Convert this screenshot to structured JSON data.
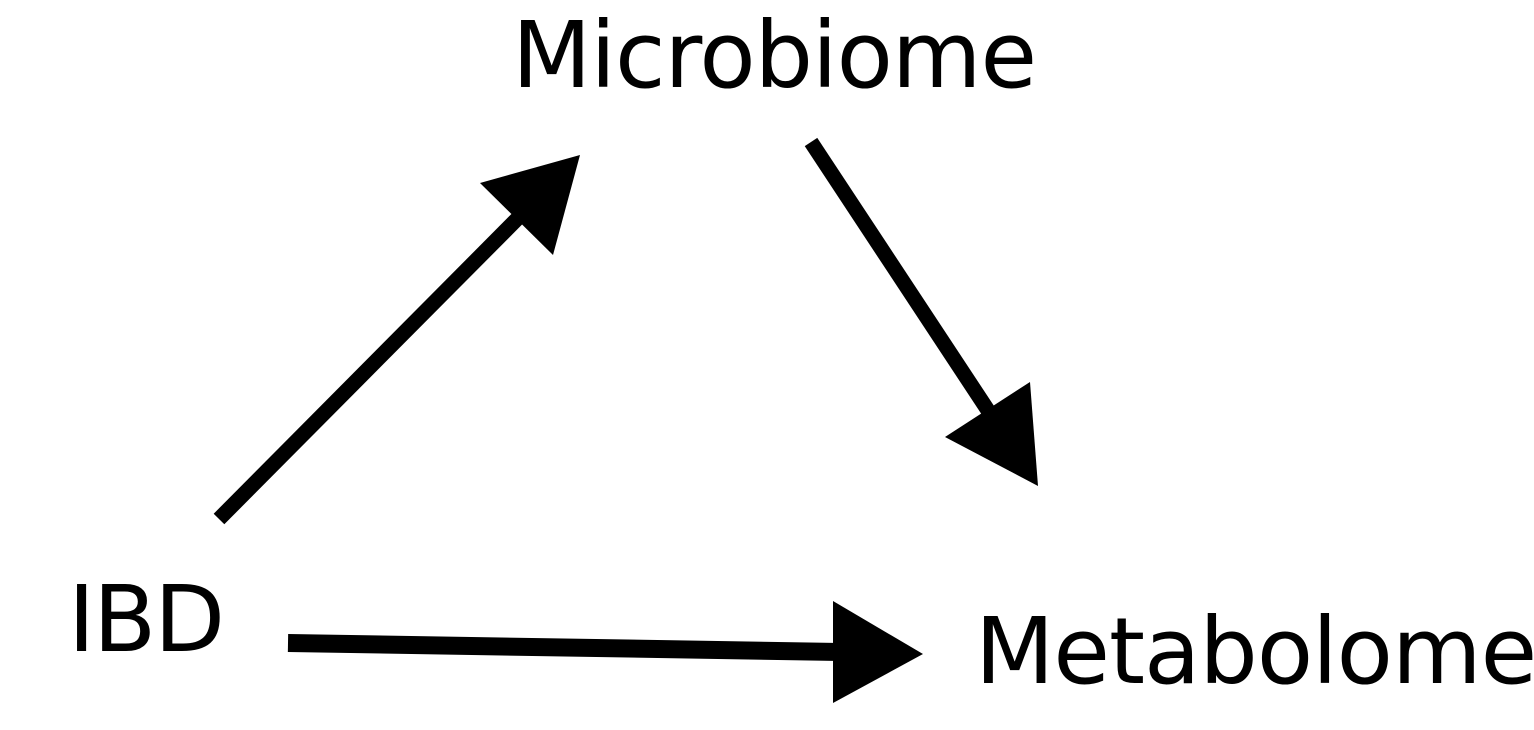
{
  "nodes": {
    "microbiome": "Microbiome",
    "ibd": "IBD",
    "metabolome": "Metabolome"
  },
  "edges": [
    {
      "from": "IBD",
      "to": "Microbiome"
    },
    {
      "from": "Microbiome",
      "to": "Metabolome"
    },
    {
      "from": "IBD",
      "to": "Metabolome"
    }
  ],
  "colors": {
    "ink": "#000000",
    "background": "#ffffff"
  }
}
